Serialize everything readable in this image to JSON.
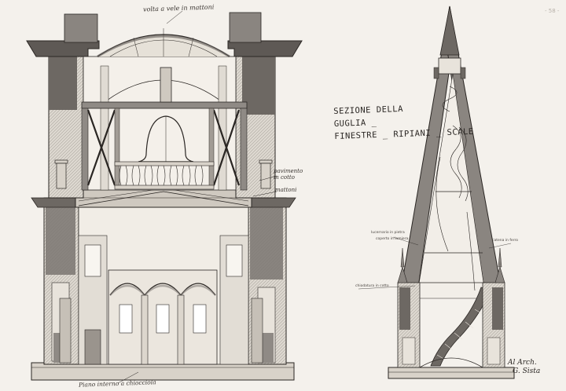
{
  "title": {
    "line1": "SEZIONE DELLA",
    "line2": "GUGLIA _",
    "line3": "FINESTRE _ RIPIANI _ SCALE"
  },
  "annotations": {
    "vault": "volta a vele in mattoni",
    "floor": "pavimento in cotto",
    "beam": "mattoni",
    "base": "Piano interno a chiocciola"
  },
  "spire_notes": {
    "left_upper": "lucernario in pietra",
    "left_lower": "coperto in lamiera",
    "right": "catena in ferro",
    "bottom_left": "chiodatura in cotto"
  },
  "signature": {
    "line1": "Al Arch.",
    "line2": "G. Sista"
  },
  "page_number": "- 58 -",
  "colors": {
    "paper": "#f4f1ec",
    "ink": "#2a2623",
    "wash": "#6d6863"
  }
}
